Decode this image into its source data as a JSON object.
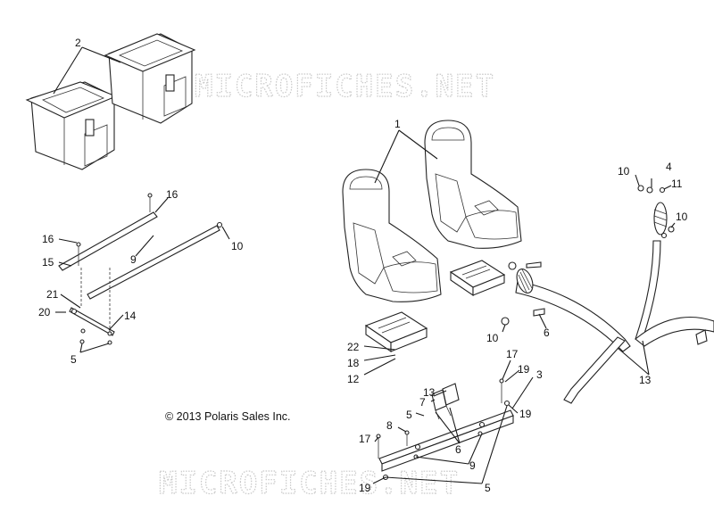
{
  "watermark": "MICROFICHES.NET",
  "copyright": "© 2013 Polaris Sales Inc.",
  "callouts": {
    "storage_boxes": "2",
    "seats": "1",
    "latch_assembly": "4",
    "rear_bar": "3",
    "front_bar": "15",
    "brace": "14",
    "bracket": "21",
    "screw_20": "20",
    "bolt_16a": "16",
    "bolt_16b": "16",
    "fastener_5_left": "5",
    "fastener_5_mid": "5",
    "fastener_5_bottom": "5",
    "washer_9_left": "9",
    "washer_9_right": "9",
    "nut_10_left": "10",
    "nut_10_mid": "10",
    "nut_10_right_top": "10",
    "nut_10_right": "10",
    "screw_11": "11",
    "bolt_6_right": "6",
    "bolt_6_bottom": "6",
    "module_22": "22",
    "module_18": "18",
    "module_12": "12",
    "belt_13_buckle": "13",
    "belt_13_right": "13",
    "screw_7": "7",
    "screw_8": "8",
    "bolt_17_top": "17",
    "bolt_17_left": "17",
    "washer_19_top": "19",
    "washer_19_right": "19",
    "washer_19_bottom": "19"
  }
}
